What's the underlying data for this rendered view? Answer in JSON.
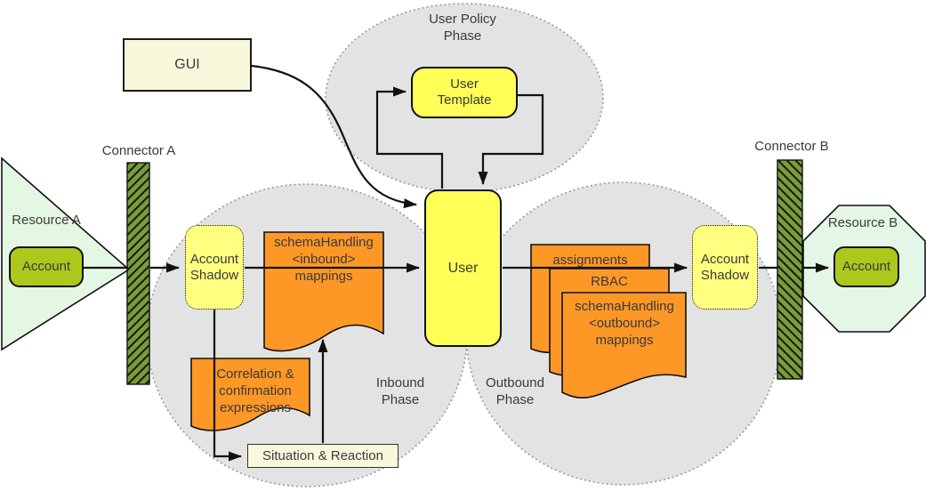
{
  "left": {
    "resource_label": "Resource A",
    "account_label": "Account",
    "connector_label": "Connector A"
  },
  "gui": {
    "label": "GUI"
  },
  "policy": {
    "phase_label": "User Policy Phase",
    "template_label": "User Template"
  },
  "user": {
    "label": "User"
  },
  "inbound": {
    "phase_label": "Inbound Phase",
    "shadow_label": "Account Shadow",
    "mappings_label": "schemaHandling <inbound> mappings",
    "correlation_label": "Correlation & confirmation expressions",
    "situation_label": "Situation & Reaction"
  },
  "outbound": {
    "phase_label": "Outbound Phase",
    "assignments_label": "assignments",
    "rbac_label": "RBAC",
    "mappings_label": "schemaHandling <outbound> mappings",
    "shadow_label": "Account Shadow"
  },
  "right": {
    "resource_label": "Resource B",
    "account_label": "Account",
    "connector_label": "Connector B"
  },
  "colors": {
    "phase_fill": "#e3e3e3",
    "phase_border": "#999999",
    "document_orange": "#fd9827",
    "node_yellow": "#ffff58",
    "shadow_yellow": "#ffff80",
    "cream": "#faf8dc",
    "resource_green": "#e4f7e2",
    "account_olive": "#acc81c",
    "connector_green": "#7a9c3c",
    "line_black": "#111111",
    "text_gray": "#3a3a3a"
  }
}
